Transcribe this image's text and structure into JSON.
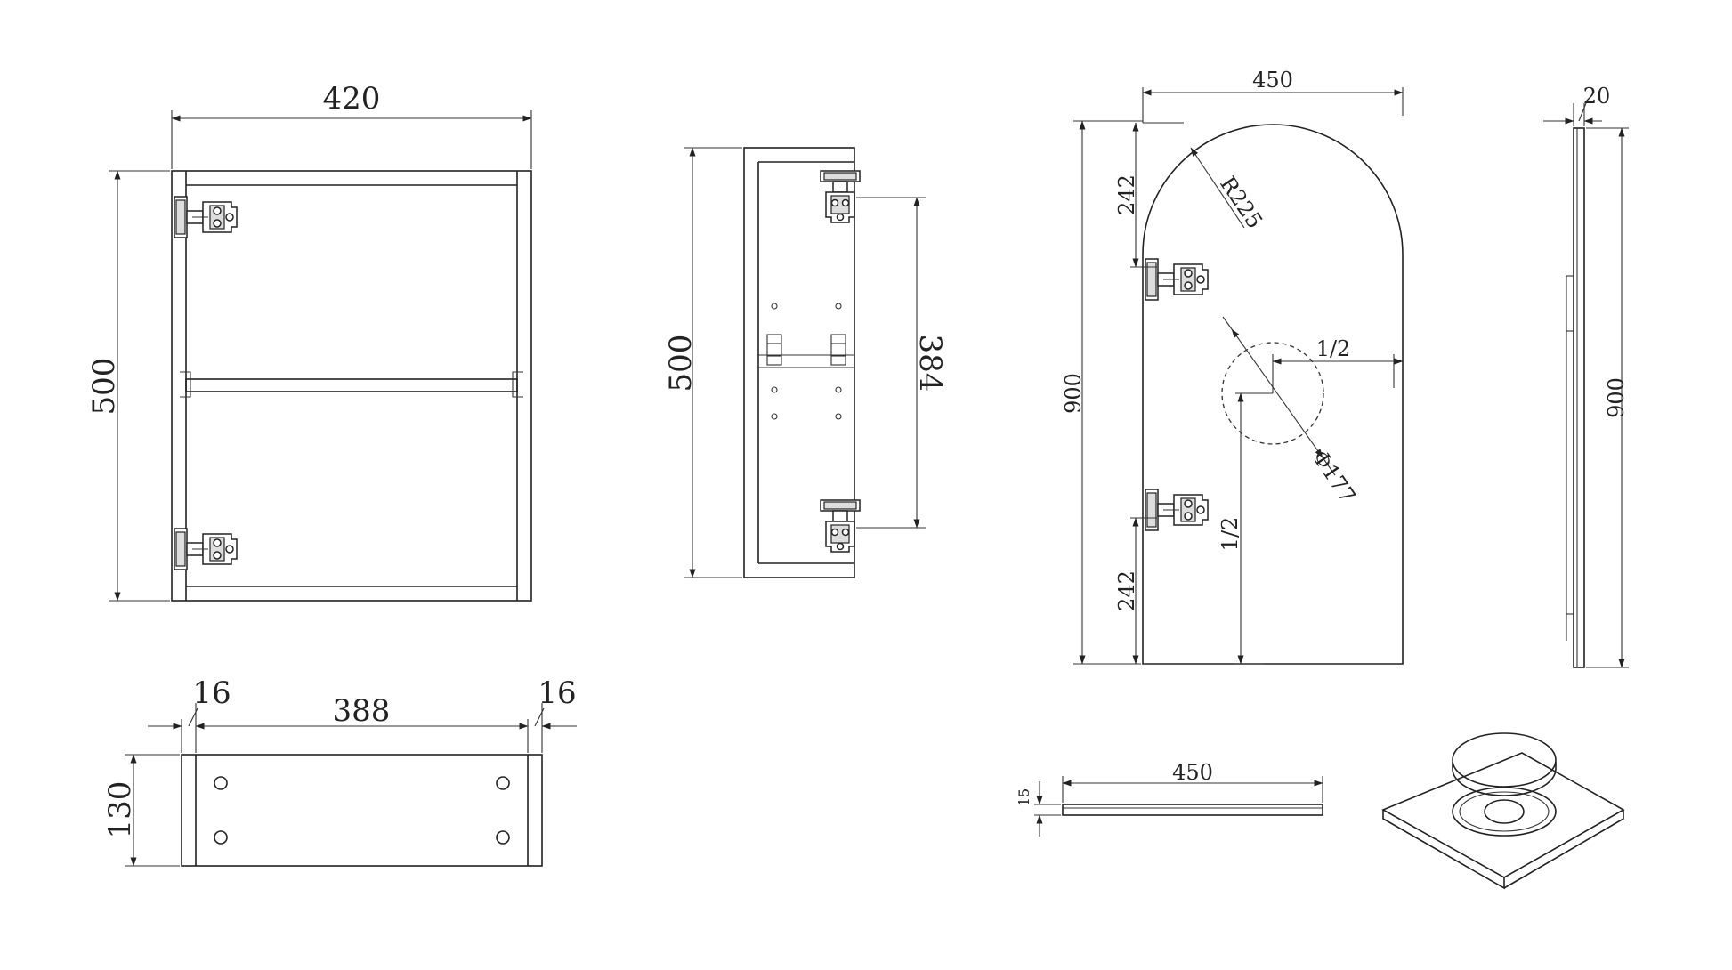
{
  "views": {
    "front": {
      "width_label": "420",
      "height_label": "500"
    },
    "side": {
      "height_label": "500",
      "hinge_spacing_label": "384"
    },
    "shelf": {
      "left_edge_label": "16",
      "inner_width_label": "388",
      "right_edge_label": "16",
      "depth_label": "130"
    },
    "mirror_front": {
      "width_label": "450",
      "height_label": "900",
      "top_hinge_label": "242",
      "bottom_hinge_label": "242",
      "radius_label": "R225",
      "hole_diameter_label": "Φ177",
      "half_horizontal_label": "1/2",
      "half_vertical_label": "1/2"
    },
    "mirror_side": {
      "thickness_label": "20",
      "height_label": "900"
    },
    "mirror_top": {
      "width_label": "450",
      "thickness_label": "15"
    },
    "isometric": {}
  },
  "colors": {
    "line": "#222222",
    "background": "#ffffff"
  }
}
